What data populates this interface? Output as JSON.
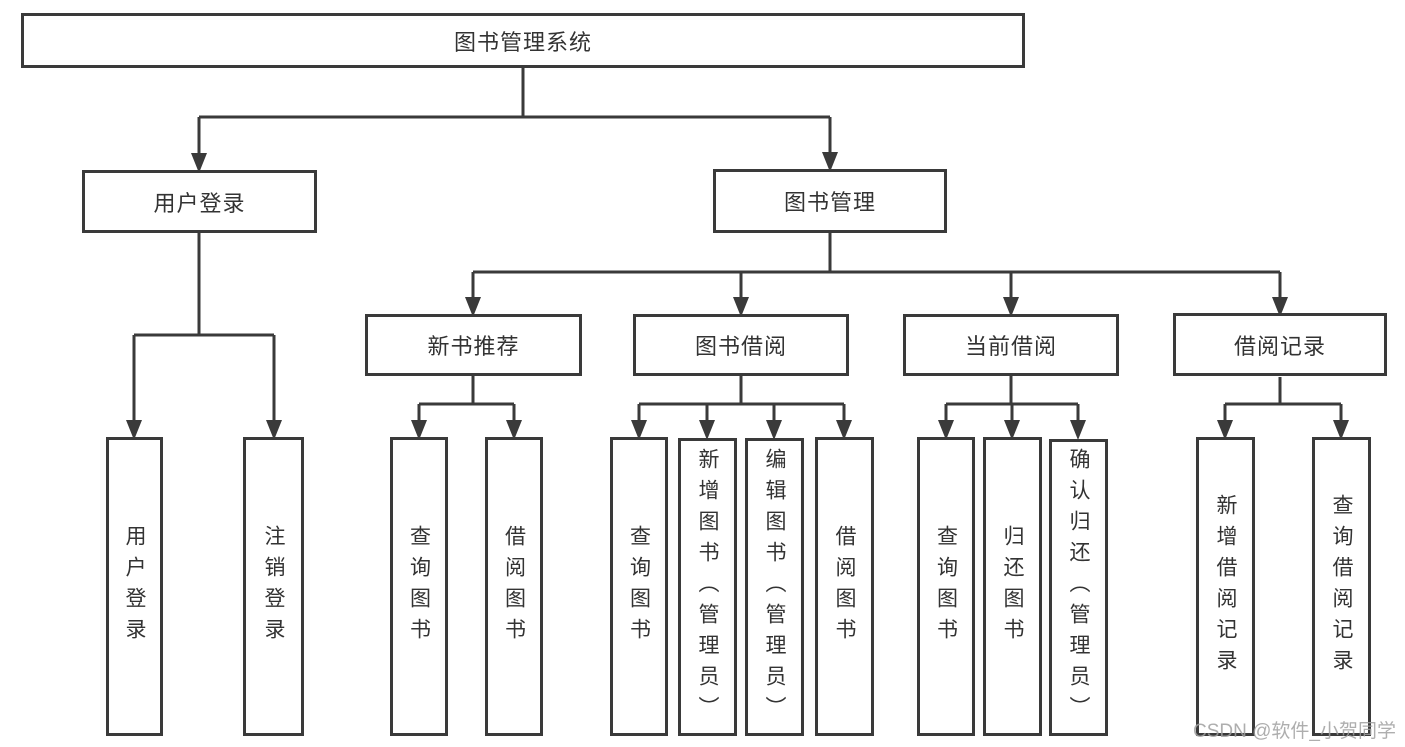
{
  "tree": {
    "root": {
      "label": "图书管理系统",
      "children": [
        {
          "label": "用户登录",
          "children": [
            {
              "label": "用户登录"
            },
            {
              "label": "注销登录"
            }
          ]
        },
        {
          "label": "图书管理",
          "children": [
            {
              "label": "新书推荐",
              "children": [
                {
                  "label": "查询图书"
                },
                {
                  "label": "借阅图书"
                }
              ]
            },
            {
              "label": "图书借阅",
              "children": [
                {
                  "label": "查询图书"
                },
                {
                  "label": "新增图书（管理员）"
                },
                {
                  "label": "编辑图书（管理员）"
                },
                {
                  "label": "借阅图书"
                }
              ]
            },
            {
              "label": "当前借阅",
              "children": [
                {
                  "label": "查询图书"
                },
                {
                  "label": "归还图书"
                },
                {
                  "label": "确认归还（管理员）"
                }
              ]
            },
            {
              "label": "借阅记录",
              "children": [
                {
                  "label": "新增借阅记录"
                },
                {
                  "label": "查询借阅记录"
                }
              ]
            }
          ]
        }
      ]
    }
  },
  "watermark": "CSDN @软件_小贺同学",
  "colors": {
    "line": "#3a3a3a",
    "text": "#333333",
    "background": "#ffffff",
    "watermark": "#a0a0a0"
  }
}
